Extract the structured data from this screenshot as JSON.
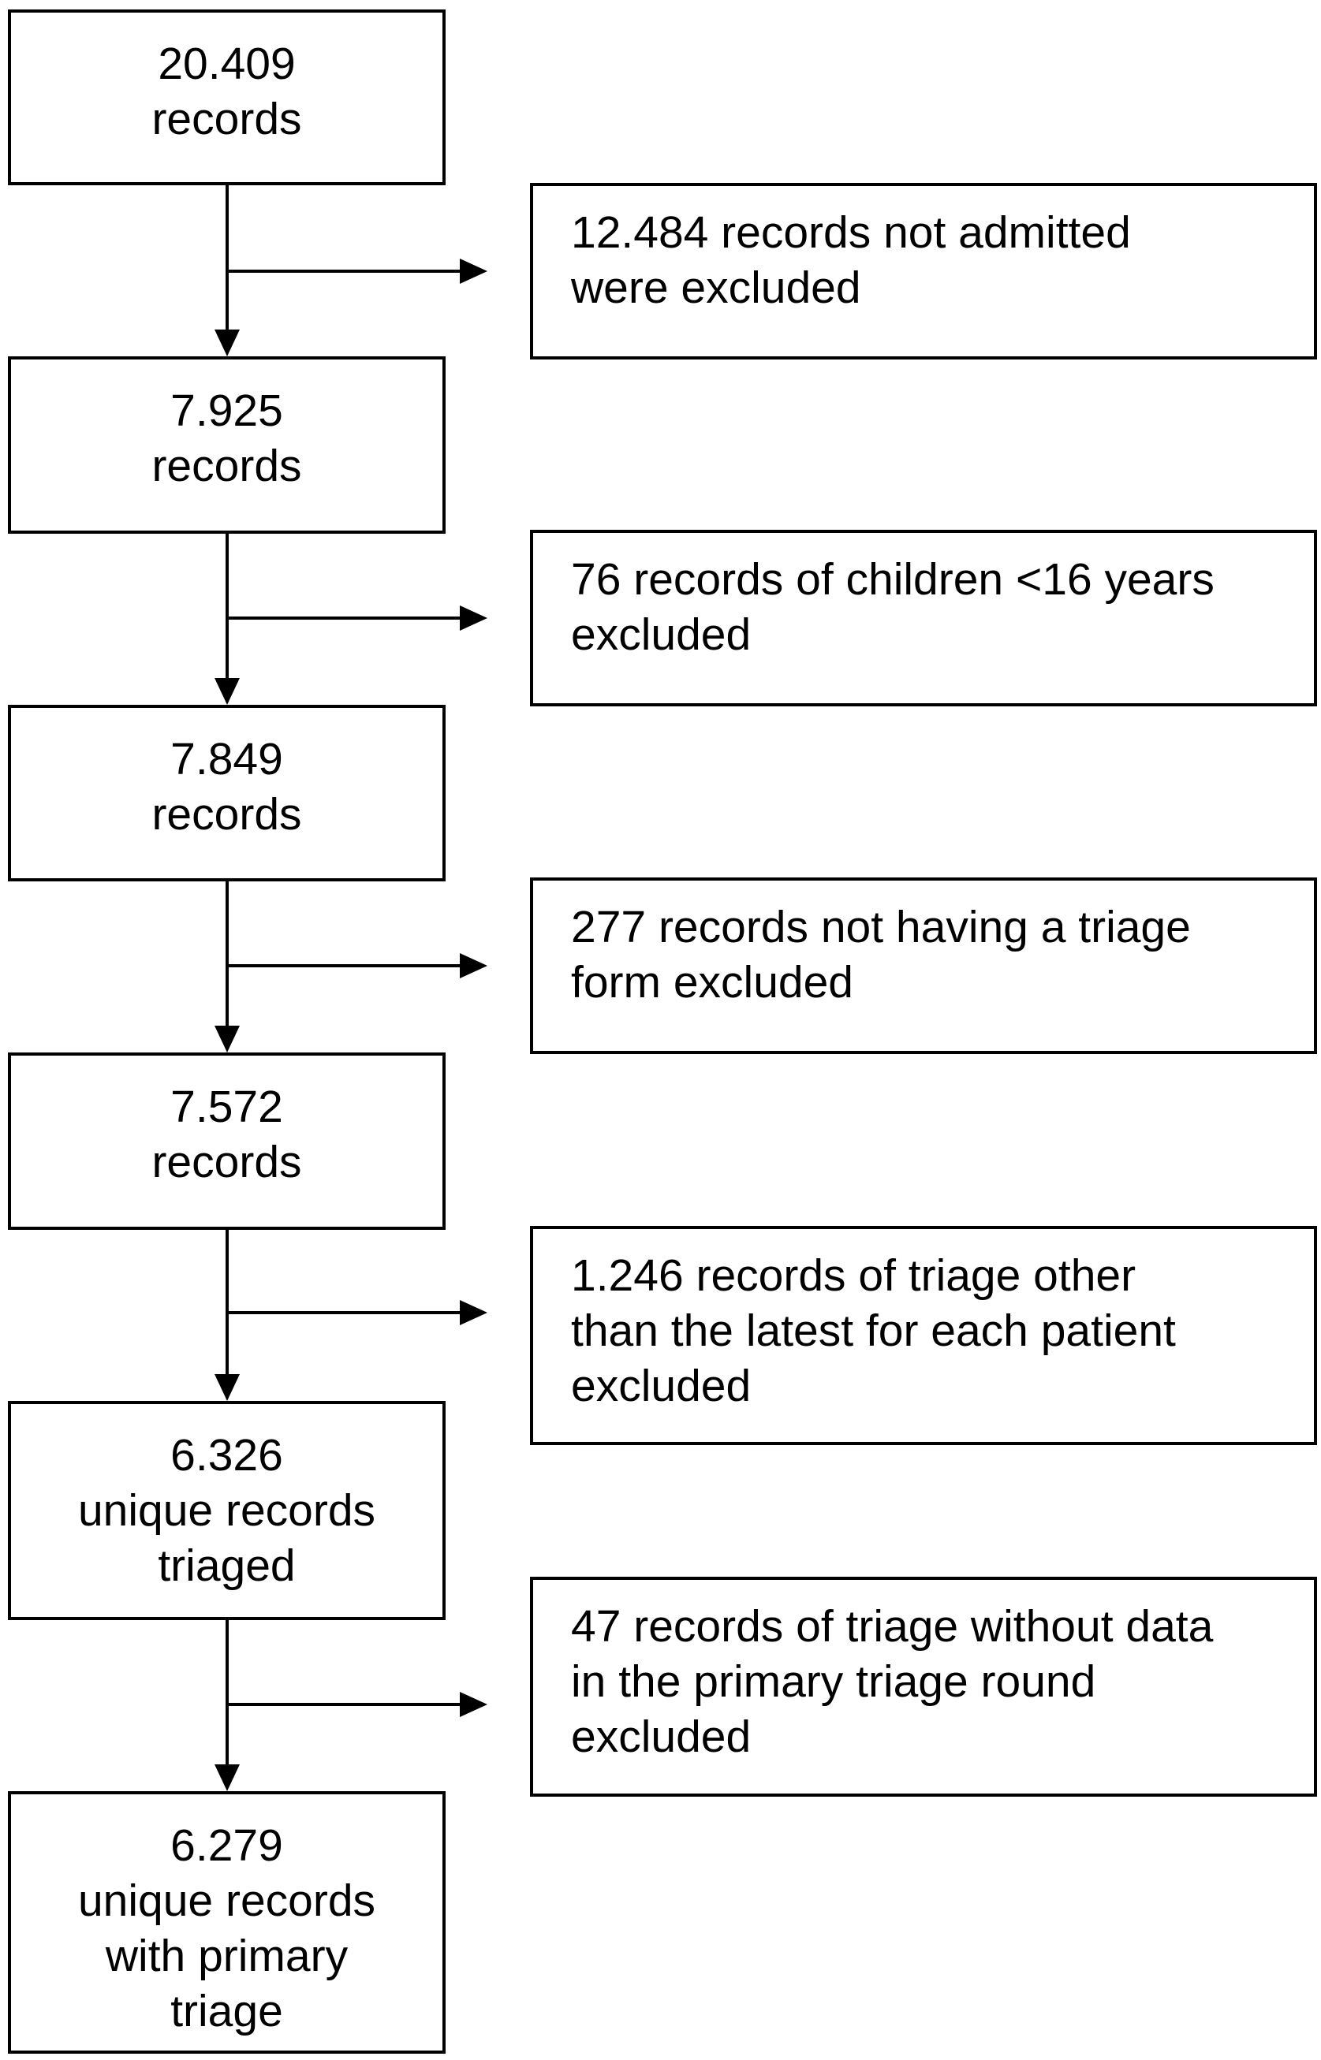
{
  "steps": [
    {
      "lines": [
        "20.409",
        "records"
      ]
    },
    {
      "lines": [
        "7.925",
        "records"
      ]
    },
    {
      "lines": [
        "7.849",
        "records"
      ]
    },
    {
      "lines": [
        "7.572",
        "records"
      ]
    },
    {
      "lines": [
        "6.326",
        "unique records",
        "triaged"
      ]
    },
    {
      "lines": [
        "6.279",
        "unique records",
        "with primary",
        "triage"
      ]
    }
  ],
  "exclusions": [
    {
      "lines": [
        "12.484 records not admitted",
        "were excluded"
      ]
    },
    {
      "lines": [
        "76 records of children <16 years",
        "excluded"
      ]
    },
    {
      "lines": [
        "277 records not having a triage",
        "form excluded"
      ]
    },
    {
      "lines": [
        "1.246 records of triage other",
        "than the latest for each patient",
        "excluded"
      ]
    },
    {
      "lines": [
        "47 records of triage without data",
        "in the primary triage round",
        "excluded"
      ]
    }
  ]
}
